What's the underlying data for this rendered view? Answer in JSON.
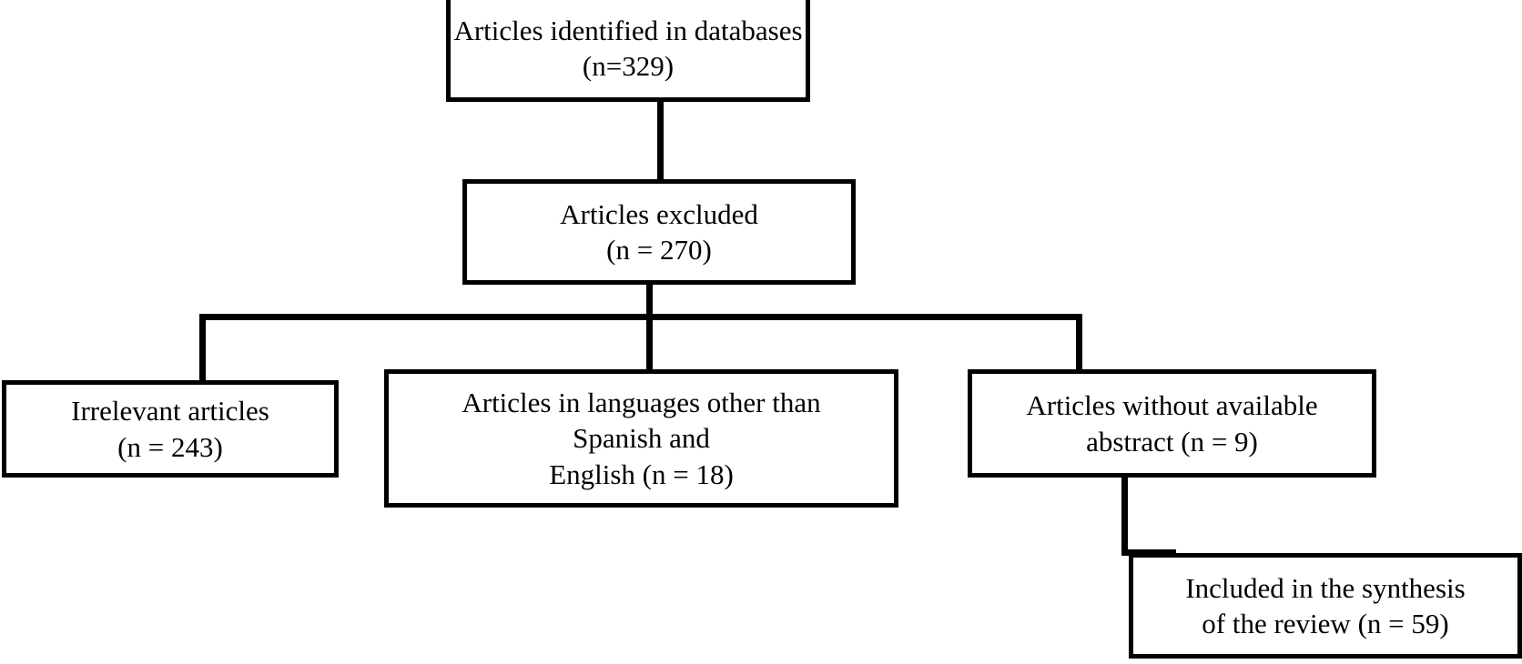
{
  "diagram": {
    "type": "prisma-flow-diagram",
    "title": "",
    "colors": {
      "box_border": "#000000",
      "box_fill": "#ffffff",
      "connector": "#000000",
      "text": "#000000",
      "background": "#ffffff"
    },
    "nodes": [
      {
        "id": "identified",
        "name": "articles-identified-box",
        "line1": "Articles identified in databases",
        "line2": "(n=329)",
        "count": 329
      },
      {
        "id": "excluded",
        "name": "articles-excluded-box",
        "line1": "Articles excluded",
        "line2": "(n = 270)",
        "count": 270
      },
      {
        "id": "irrelevant",
        "name": "irrelevant-articles-box",
        "line1": "Irrelevant articles",
        "line2": "(n = 243)",
        "count": 243
      },
      {
        "id": "languages",
        "name": "other-languages-box",
        "line1": "Articles in languages other than",
        "line2": "Spanish and",
        "line3": "English (n = 18)",
        "count": 18
      },
      {
        "id": "no_abstract",
        "name": "no-abstract-box",
        "line1": "Articles without available",
        "line2": "abstract (n = 9)",
        "count": 9
      },
      {
        "id": "included",
        "name": "included-synthesis-box",
        "line1": "Included in the synthesis",
        "line2": "of the review (n = 59)",
        "count": 59
      }
    ],
    "edges": [
      {
        "from": "identified",
        "to": "excluded",
        "style": "straight-vertical"
      },
      {
        "from": "excluded",
        "to": "irrelevant",
        "style": "elbow-left"
      },
      {
        "from": "excluded",
        "to": "languages",
        "style": "straight-vertical"
      },
      {
        "from": "excluded",
        "to": "no_abstract",
        "style": "elbow-right"
      },
      {
        "from": "no_abstract",
        "to": "included",
        "style": "elbow-down-right"
      }
    ]
  }
}
